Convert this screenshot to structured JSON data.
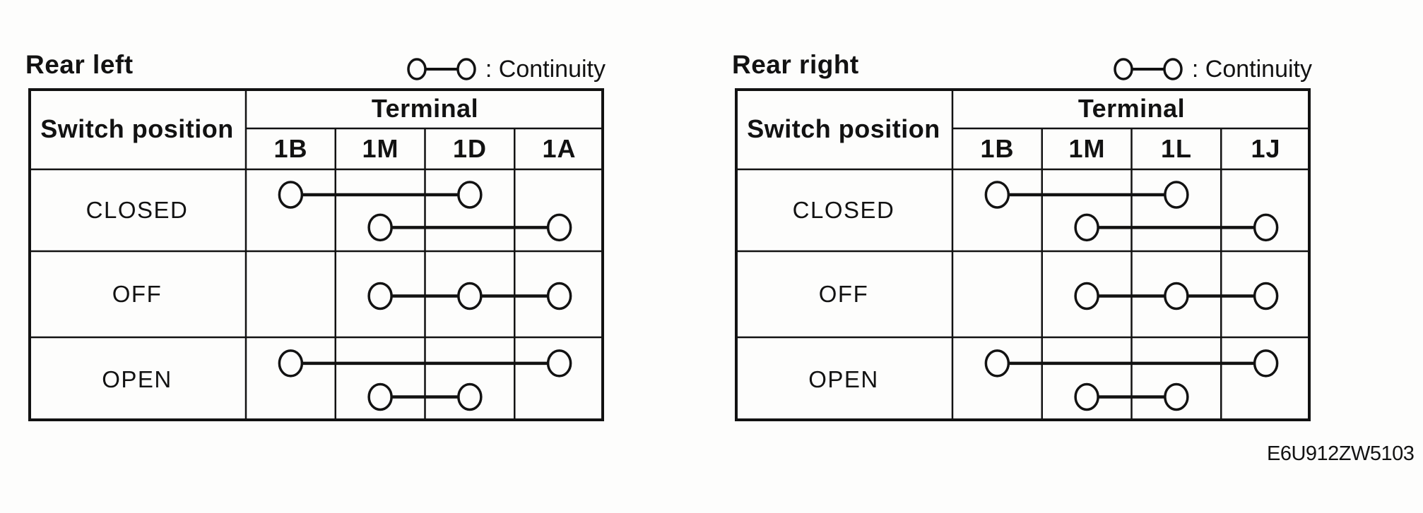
{
  "colors": {
    "ink": "#121212",
    "paper": "#fdfdfc"
  },
  "figure_code": "E6U912ZW5103",
  "tables": [
    {
      "title": "Rear left",
      "legend": {
        "icon": "continuity-link-icon",
        "label": ": Continuity"
      },
      "switch_header": "Switch position",
      "terminal_header": "Terminal",
      "terminals": [
        "1B",
        "1M",
        "1D",
        "1A"
      ],
      "rows": [
        {
          "label": "CLOSED",
          "connections": [
            [
              "1B",
              "1D"
            ],
            [
              "1M",
              "1A"
            ]
          ]
        },
        {
          "label": "OFF",
          "connections": [
            [
              "1M",
              "1D",
              "1A"
            ]
          ]
        },
        {
          "label": "OPEN",
          "connections": [
            [
              "1B",
              "1A"
            ],
            [
              "1M",
              "1D"
            ]
          ]
        }
      ]
    },
    {
      "title": "Rear right",
      "legend": {
        "icon": "continuity-link-icon",
        "label": ": Continuity"
      },
      "switch_header": "Switch position",
      "terminal_header": "Terminal",
      "terminals": [
        "1B",
        "1M",
        "1L",
        "1J"
      ],
      "rows": [
        {
          "label": "CLOSED",
          "connections": [
            [
              "1B",
              "1L"
            ],
            [
              "1M",
              "1J"
            ]
          ]
        },
        {
          "label": "OFF",
          "connections": [
            [
              "1M",
              "1L",
              "1J"
            ]
          ]
        },
        {
          "label": "OPEN",
          "connections": [
            [
              "1B",
              "1J"
            ],
            [
              "1M",
              "1L"
            ]
          ]
        }
      ]
    }
  ]
}
